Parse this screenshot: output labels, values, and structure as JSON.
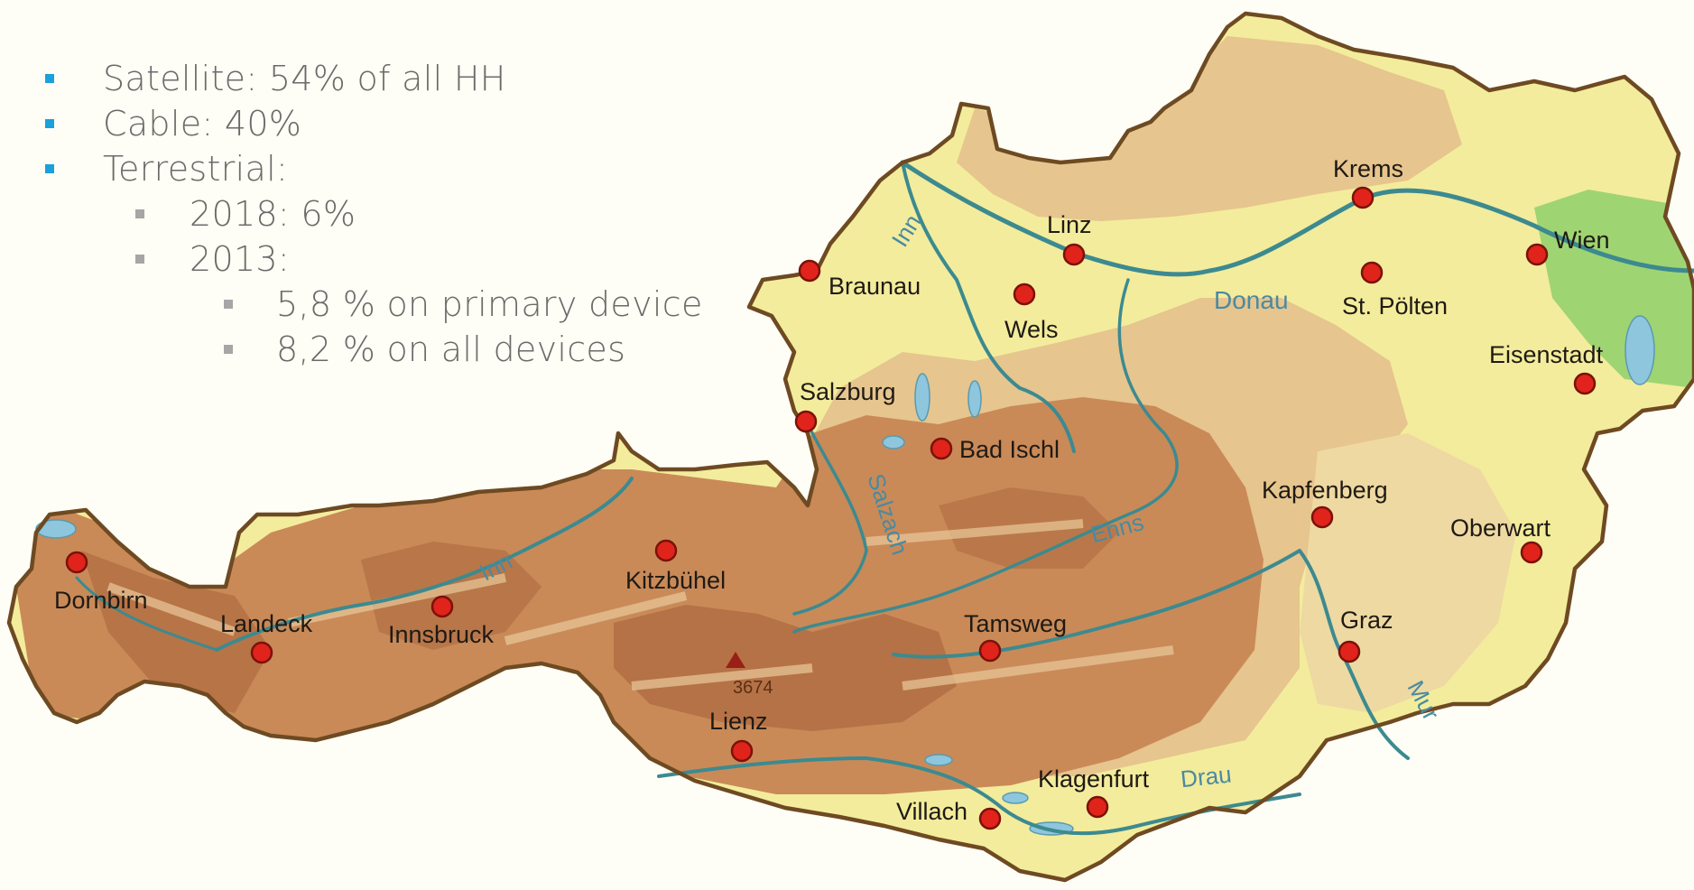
{
  "bullets": {
    "satellite": "Satellite: 54% of all HH",
    "cable": "Cable: 40%",
    "terrestrial": "Terrestrial:",
    "y2018": "2018: 6%",
    "y2013": "2013:",
    "primary": "5,8 % on primary device",
    "all_devices": "8,2 % on all devices"
  },
  "map": {
    "colors": {
      "background": "#fefef6",
      "lowland": "#f3ec9c",
      "plain_green": "#9fd472",
      "hills": "#e6c58e",
      "alps": "#c98a58",
      "high_alps": "#a8623a",
      "border": "#6e4a22",
      "river": "#3c8a90",
      "river_label": "#4a8aa0",
      "city_fill": "#e0241b",
      "city_stroke": "#7a1208",
      "bullet_accent": "#1aa0dc",
      "bullet_text": "#6a6a6a"
    },
    "cities": {
      "dornbirn": "Dornbirn",
      "landeck": "Landeck",
      "innsbruck": "Innsbruck",
      "kitzbuehel": "Kitzbühel",
      "braunau": "Braunau",
      "salzburg": "Salzburg",
      "wels": "Wels",
      "linz": "Linz",
      "bad_ischl": "Bad Ischl",
      "krems": "Krems",
      "wien": "Wien",
      "st_poelten": "St. Pölten",
      "eisenstadt": "Eisenstadt",
      "kapfenberg": "Kapfenberg",
      "oberwart": "Oberwart",
      "graz": "Graz",
      "tamsweg": "Tamsweg",
      "lienz": "Lienz",
      "villach": "Villach",
      "klagenfurt": "Klagenfurt"
    },
    "rivers": {
      "inn_north": "Inn",
      "inn_tirol": "Inn",
      "donau": "Donau",
      "salzach": "Salzach",
      "enns": "Enns",
      "mur": "Mur",
      "drau": "Drau"
    },
    "peak": {
      "elevation": "3674",
      "icon": "mountain-peak-icon"
    }
  }
}
